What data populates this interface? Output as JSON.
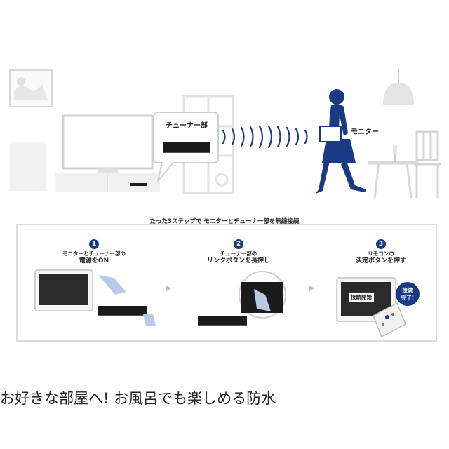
{
  "illustration": {
    "tuner_label": "チューナー部",
    "monitor_label": "モニター",
    "steps_title": "たった3ステップで モニターとチューナー部を無線接続",
    "steps": [
      {
        "number": "1",
        "line1": "モニターとチューナー部の",
        "line2": "電源をON"
      },
      {
        "number": "2",
        "line1": "チューナー部の",
        "line2": "リンクボタンを長押し"
      },
      {
        "number": "3",
        "line1": "リモコンの",
        "line2": "決定ボタンを押す"
      }
    ],
    "screen_message": "接続開始",
    "done_badge_line1": "接続",
    "done_badge_line2": "完了!",
    "colors": {
      "accent": "#1a3a84",
      "panel_border": "#d9dde2",
      "device": "#1b1b1b"
    }
  },
  "caption": "お好きな部屋へ! お風呂でも楽しめる防水"
}
